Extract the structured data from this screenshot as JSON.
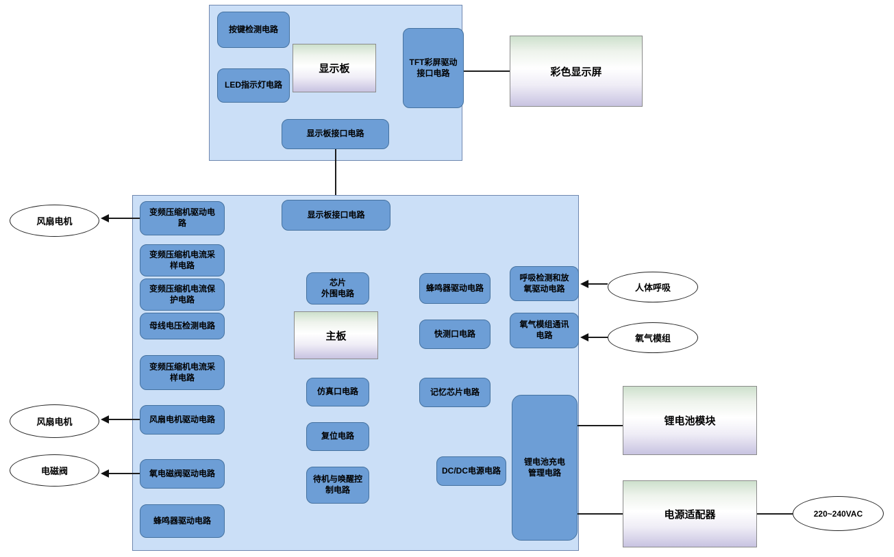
{
  "colors": {
    "panel_fill": "#cbdff7",
    "panel_border": "#6d86ae",
    "block_fill": "#6d9ed6",
    "block_border": "#44719f",
    "gradient_top": "#cde0cc",
    "gradient_bottom": "#c8c3e1"
  },
  "top_panel": {
    "key_detect": "按键检测电路",
    "led_indicator": "LED指示灯电路",
    "display_board": "显示板",
    "tft_drive": "TFT彩屏驱动\n接口电路",
    "display_interface": "显示板接口电路"
  },
  "main_panel": {
    "display_interface": "显示板接口电路",
    "compressor_drive": "变频压缩机驱动电\n路",
    "compressor_current_sample_1": "变频压缩机电流采\n样电路",
    "compressor_current_protect": "变频压缩机电流保\n护电路",
    "bus_voltage_detect": "母线电压检测电路",
    "compressor_current_sample_2": "变频压缩机电流采\n样电路",
    "fan_motor_drive": "风扇电机驱动电路",
    "oxygen_valve_drive": "氧电磁阀驱动电路",
    "buzzer_drive_left": "蜂鸣器驱动电路",
    "chip_peripheral": "芯片\n外围电路",
    "main_board": "主板",
    "emulation_port": "仿真口电路",
    "reset_circuit": "复位电路",
    "standby_wake": "待机与唤醒控\n制电路",
    "buzzer_drive": "蜂鸣器驱动电路",
    "quick_test_port": "快测口电路",
    "memory_chip": "记忆芯片电路",
    "dcdc_power": "DC/DC电源电路",
    "breath_detect_oxygen_drive": "呼吸检测和放\n氧驱动电路",
    "oxygen_module_comm": "氧气模组通讯\n电路",
    "li_battery_charge_mgmt": "锂电池充电\n管理电路"
  },
  "external": {
    "color_screen": "彩色显示屏",
    "fan_motor_1": "风扇电机",
    "fan_motor_2": "风扇电机",
    "solenoid_valve": "电磁阀",
    "human_breath": "人体呼吸",
    "oxygen_module": "氧气模组",
    "li_battery_module": "锂电池模块",
    "power_adapter": "电源适配器",
    "ac_supply": "220~240VAC"
  }
}
